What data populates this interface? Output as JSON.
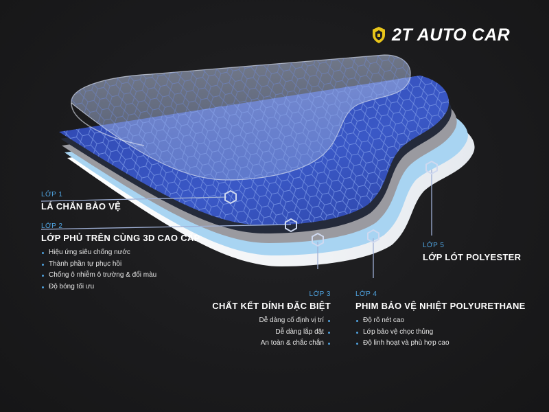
{
  "brand": {
    "name": "2T AUTO CAR"
  },
  "layers": [
    {
      "number": "LỚP 1",
      "title": "LÁ CHẮN BẢO VỆ",
      "features": []
    },
    {
      "number": "LỚP 2",
      "title": "LỚP PHỦ TRÊN CÙNG 3D CAO CẤP",
      "features": [
        "Hiệu ứng siêu chống nước",
        "Thành phần tự phục hồi",
        "Chống ô nhiễm ô trường & đổi màu",
        "Độ bóng tối ưu"
      ]
    },
    {
      "number": "LỚP 3",
      "title": "CHẤT KẾT DÍNH ĐẶC BIỆT",
      "features": [
        "Dễ dàng cố định vị trí",
        "Dễ dàng lắp đặt",
        "An toàn & chắc chắn"
      ]
    },
    {
      "number": "LỚP 4",
      "title": "PHIM BẢO VỆ NHIỆT POLYURETHANE",
      "features": [
        "Độ rõ nét cao",
        "Lớp bảo vệ chọc thủng",
        "Độ linh hoạt và phù hợp cao"
      ]
    },
    {
      "number": "LỚP 5",
      "title": "LỚP LÓT POLYESTER",
      "features": []
    }
  ],
  "colors": {
    "background": "#1c1c1e",
    "accent": "#4fa3e0",
    "film_blue": "#3550b8",
    "clear_layer": "#8aa0c8",
    "adhesive_light_blue": "#a8d4f2",
    "liner_white": "#f4f6f8",
    "gray_layer": "#9a9aa0",
    "connector": "#9fb0d6"
  },
  "icons": {
    "logo": "shield-logo-icon",
    "marker": "hexagon-marker-icon"
  }
}
